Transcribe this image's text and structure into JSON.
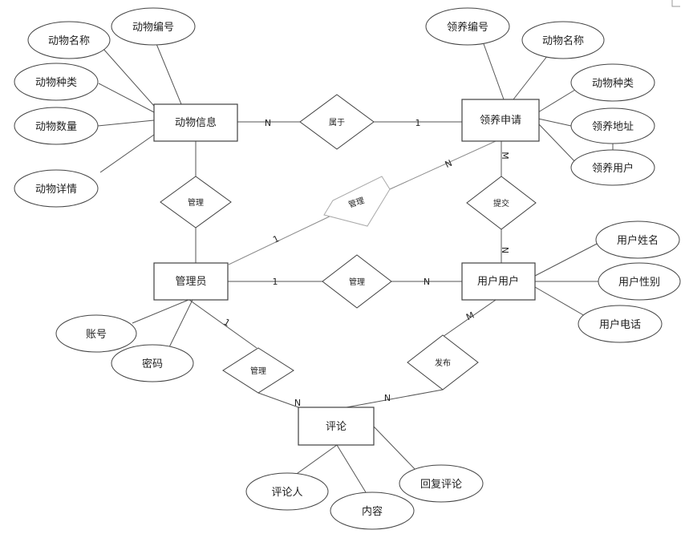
{
  "entities": {
    "animal_info": "动物信息",
    "adoption_request": "领养申请",
    "administrator": "管理员",
    "user": "用户用户",
    "comment": "评论"
  },
  "relationships": {
    "belongs_to": "属于",
    "manage_animal": "管理",
    "manage_request": "管理",
    "submit": "提交",
    "manage_user": "管理",
    "manage_comment": "管理",
    "publish": "发布"
  },
  "attributes": {
    "animal_info": [
      "动物名称",
      "动物编号",
      "动物种类",
      "动物数量",
      "动物详情"
    ],
    "adoption_request": [
      "领养编号",
      "动物名称",
      "动物种类",
      "领养地址",
      "领养用户"
    ],
    "user": [
      "用户姓名",
      "用户性别",
      "用户电话"
    ],
    "administrator": [
      "账号",
      "密码"
    ],
    "comment": [
      "评论人",
      "内容",
      "回复评论"
    ]
  },
  "cardinalities": {
    "animal_belongs": "N",
    "request_belongs": "1",
    "request_manage": "N",
    "admin_manage_request": "1",
    "request_submit": "M",
    "user_submit": "N",
    "admin_manage_user": "1",
    "user_manage": "N",
    "admin_manage_comment": "1",
    "comment_manage": "N",
    "user_publish": "M",
    "comment_publish": "N"
  }
}
